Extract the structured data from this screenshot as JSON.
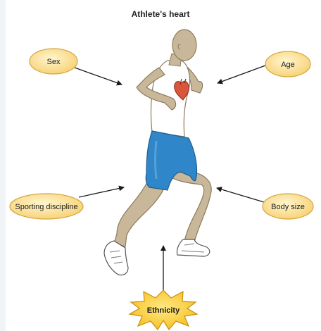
{
  "title": "Athlete's heart",
  "factors": {
    "sex": "Sex",
    "age": "Age",
    "sporting_discipline": "Sporting discipline",
    "body_size": "Body size",
    "ethnicity": "Ethnicity"
  },
  "colors": {
    "bubble_fill": "#fde7a2",
    "bubble_stroke": "#d6a53a",
    "star_fill": "#fcd43a",
    "star_stroke": "#c78f10",
    "skin": "#c9b79a",
    "skin_stroke": "#8c7a5c",
    "shorts": "#2f86c8",
    "heart": "#d8563b",
    "arrow": "#1a1a1a"
  },
  "icons": [
    "runner-figure",
    "heart-icon",
    "starburst-shape"
  ]
}
